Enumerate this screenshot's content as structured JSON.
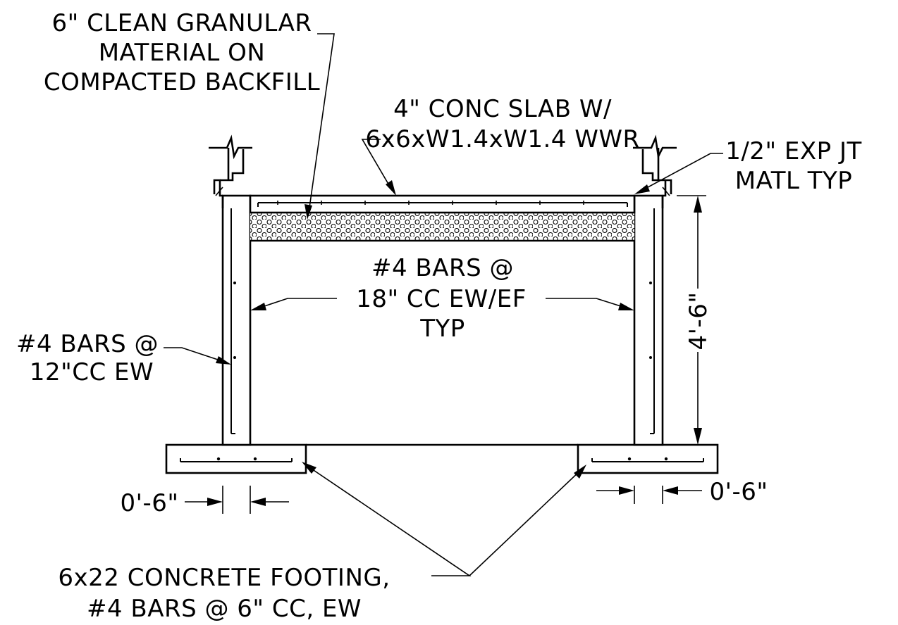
{
  "labels": {
    "granular_line1": "6\" CLEAN GRANULAR",
    "granular_line2": "MATERIAL ON",
    "granular_line3": "COMPACTED BACKFILL",
    "slab_line1": "4\" CONC SLAB W/",
    "slab_line2": "6x6xW1.4xW1.4 WWR",
    "expjt_line1": "1/2\" EXP JT",
    "expjt_line2": "MATL TYP",
    "wallbars_line1": "#4 BARS @",
    "wallbars_line2": "18\" CC EW/EF",
    "wallbars_line3": "TYP",
    "leftbars_line1": "#4 BARS @",
    "leftbars_line2": "12\"CC EW",
    "height_dim": "4'-6\"",
    "left_dim": "0'-6\"",
    "right_dim": "0'-6\"",
    "footing_line1": "6x22 CONCRETE FOOTING,",
    "footing_line2": "#4 BARS @ 6\" CC, EW"
  }
}
